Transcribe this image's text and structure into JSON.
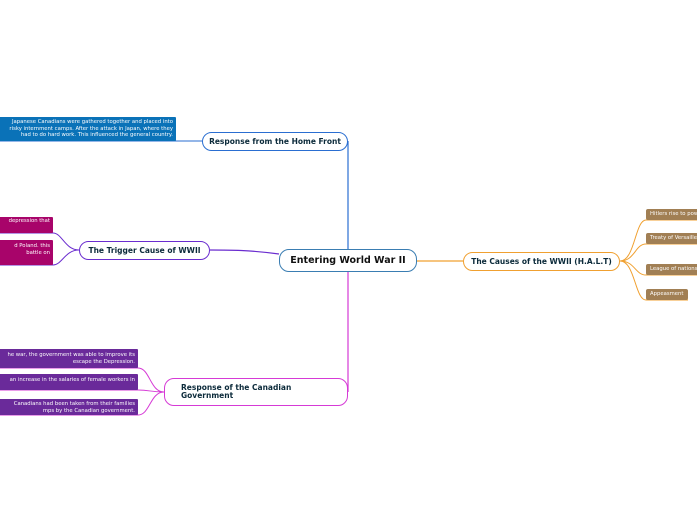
{
  "root": {
    "label": "Entering World War II"
  },
  "branches": {
    "home_front": {
      "label": "Response from the Home Front",
      "color": "#2a6ed1",
      "leaves": [
        {
          "lines": [
            "Japanese Canadians were gathered together and placed into",
            "risky internment camps. After the attack in Japan, where they",
            "had to do hard work. This influenced the general country."
          ]
        }
      ]
    },
    "trigger": {
      "label": "The Trigger Cause of WWII",
      "color": "#6a2ccf",
      "leaves": [
        {
          "lines": [
            "depression that"
          ]
        },
        {
          "lines": [
            "d Poland. this",
            "battle on"
          ]
        }
      ]
    },
    "causes": {
      "label": "The Causes of the WWII (H.A.L.T)",
      "color": "#f0a030",
      "leaves": [
        {
          "label": "Hitlers rise to power"
        },
        {
          "label": "Treaty of Versailles"
        },
        {
          "label": "League of nations"
        },
        {
          "label": "Appeasment"
        }
      ]
    },
    "government": {
      "label": "Response of the Canadian Government",
      "color": "#d63ad6",
      "leaves": [
        {
          "lines": [
            "he war, the government was able to improve its",
            "escape the Depression."
          ]
        },
        {
          "lines": [
            "an increase in the salaries of female workers in"
          ]
        },
        {
          "lines": [
            "Canadians had been taken from their families",
            "mps by the Canadian government."
          ]
        }
      ]
    }
  },
  "colors": {
    "root_border": "#3a7db2",
    "home_leaf": "#0a72b8",
    "trigger_leaf": "#a8046a",
    "government_leaf": "#6a2a9a",
    "cause_leaf": "#a17f54"
  }
}
